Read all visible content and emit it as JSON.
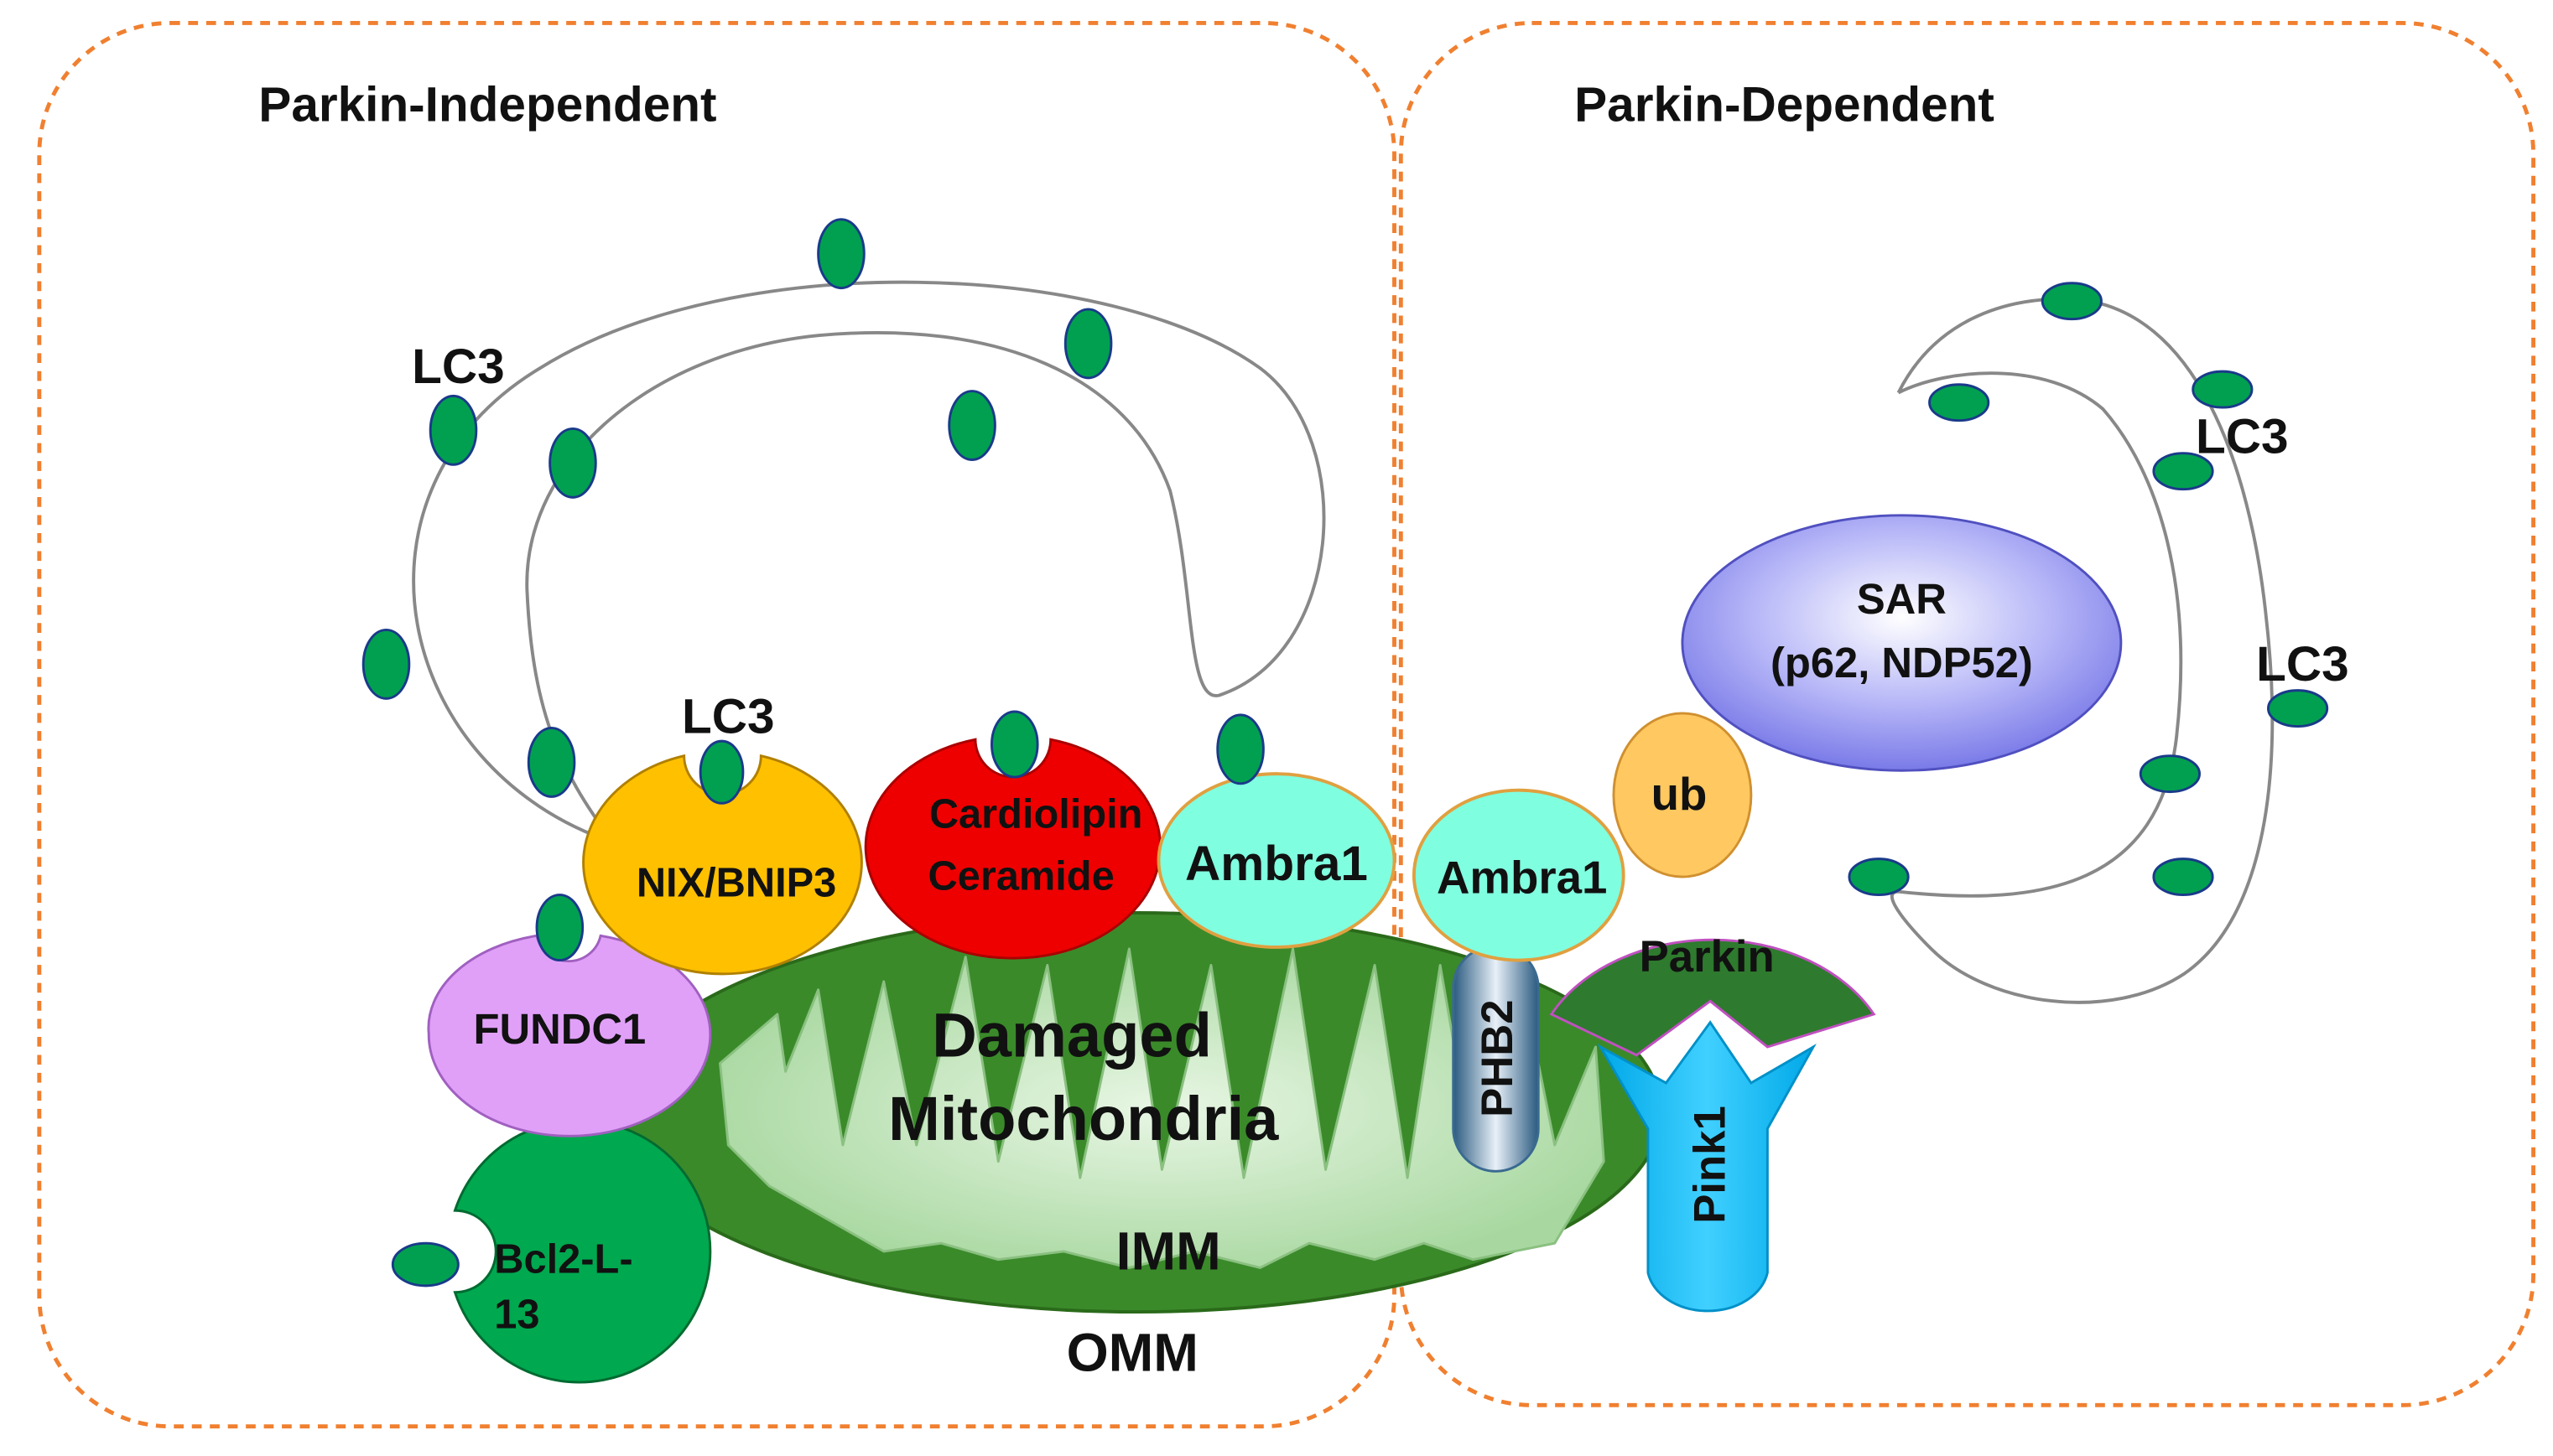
{
  "panels": {
    "independent": {
      "title": "Parkin-Independent"
    },
    "dependent": {
      "title": "Parkin-Dependent"
    }
  },
  "labels": {
    "lc3_left": "LC3",
    "lc3_receptor": "LC3",
    "lc3_right_top": "LC3",
    "lc3_right_bottom": "LC3",
    "nix": "NIX/BNIP3",
    "cardiolipin": "Cardiolipin",
    "ceramide": "Ceramide",
    "ambra1_left": "Ambra1",
    "ambra1_right": "Ambra1",
    "fundc1": "FUNDC1",
    "bcl2_line1": "Bcl2-L-",
    "bcl2_line2": "13",
    "mito_line1": "Damaged",
    "mito_line2": "Mitochondria",
    "imm": "IMM",
    "omm": "OMM",
    "phb2": "PHB2",
    "parkin": "Parkin",
    "pink1": "Pink1",
    "ub": "ub",
    "sar_line1": "SAR",
    "sar_line2": "(p62, NDP52)"
  },
  "colors": {
    "panel_border": "#f08030",
    "mito_outer": "#3a8a2a",
    "mito_inner": "#c8e8c0",
    "lc3_dot": "#00a050",
    "nix": "#ffc000",
    "cardiolipin": "#ee0000",
    "ambra1": "#80ffe0",
    "fundc1": "#e0a0f8",
    "bcl2": "#00a850",
    "parkin": "#2e7a2e",
    "pink1": "#00c0f8",
    "ub": "#ffc860",
    "sar": "#9090f0",
    "phb2": "#6090b0"
  }
}
